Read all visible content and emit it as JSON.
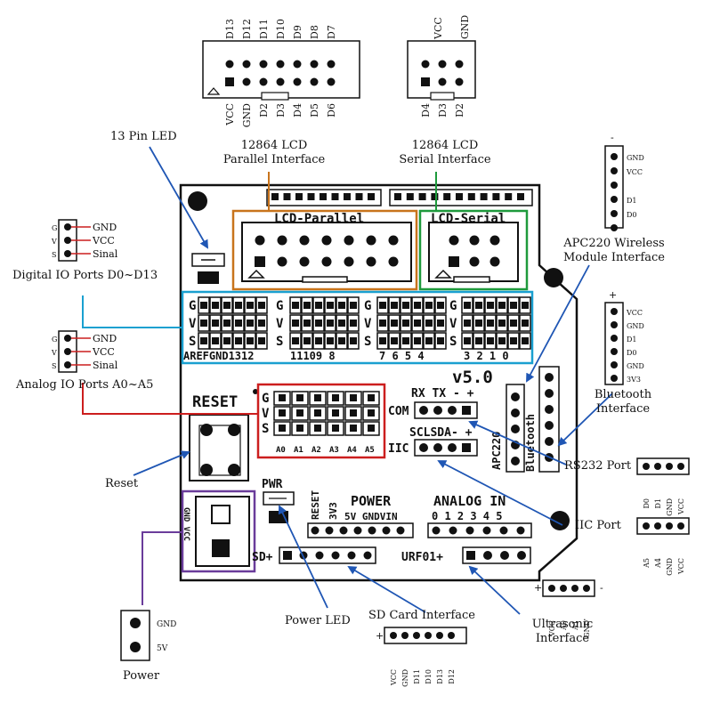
{
  "colors": {
    "lcd_parallel_box": "#c8741c",
    "lcd_serial_box": "#1e9a3c",
    "io_ports_box": "#1aa0d0",
    "analog_box": "#cc1e1e",
    "power_box": "#6a3c9a",
    "arrow": "#1f56b4"
  },
  "connectors": {
    "parallel_top": [
      "D13",
      "D12",
      "D11",
      "D10",
      "D9",
      "D8",
      "D7"
    ],
    "parallel_bottom": [
      "VCC",
      "GND",
      "D2",
      "D3",
      "D4",
      "D5",
      "D6"
    ],
    "serial_top": [
      "VCC",
      "GND"
    ],
    "serial_bottom": [
      "D4",
      "D3",
      "D2"
    ]
  },
  "labels": {
    "pin13_led": "13 Pin LED",
    "lcd_parallel": "12864 LCD\nParallel Interface",
    "lcd_serial": "12864 LCD\nSerial Interface",
    "apc220": "APC220 Wireless\nModule Interface",
    "digital_io": "Digital IO Ports D0~D13",
    "analog_io": "Analog IO Ports A0~A5",
    "bluetooth": "Bluetooth\nInterface",
    "reset": "Reset",
    "rs232": "RS232 Port",
    "iic": "IIC Port",
    "power": "Power",
    "power_led": "Power LED",
    "sd_card": "SD Card Interface",
    "ultrasonic": "Ultrasonic\nInterface"
  },
  "legends": {
    "digital": {
      "pins": [
        "G",
        "V",
        "S"
      ],
      "names": [
        "GND",
        "VCC",
        "Sinal"
      ]
    },
    "analog": {
      "pins": [
        "G",
        "V",
        "S"
      ],
      "names": [
        "GND",
        "VCC",
        "Sinal"
      ]
    }
  },
  "apc220_pins": [
    "GND",
    "VCC",
    "",
    "D1",
    "D0"
  ],
  "bluetooth_pins": [
    "VCC",
    "GND",
    "D1",
    "D0",
    "GND",
    "3V3"
  ],
  "rs232_pins": [
    "D0",
    "D1",
    "GND",
    "VCC"
  ],
  "iic_pins": [
    "A5",
    "A4",
    "GND",
    "VCC"
  ],
  "ultrasonic_pins": [
    "VCC",
    "A0",
    "A1",
    "GND"
  ],
  "sd_pins": [
    "VCC",
    "GND",
    "D11",
    "D10",
    "D13",
    "D12"
  ],
  "power_pins": [
    "GND",
    "5V"
  ],
  "board": {
    "lcd_parallel": "LCD-Parallel",
    "lcd_serial": "LCD-Serial",
    "gvs": [
      "G",
      "V",
      "S"
    ],
    "digital_left": "AREFGND1312",
    "digital_mid": "11109 8",
    "digital_right": "7 6 5 4",
    "digital_far": "3 2 1 0",
    "version": "v5.0",
    "reset": "RESET",
    "analog_pins": [
      "A0",
      "A1",
      "A2",
      "A3",
      "A4",
      "A5"
    ],
    "rx_tx": "RX TX -  +",
    "com": "COM",
    "scl_sda": "SCLSDA-  +",
    "iic": "IIC",
    "apc220": "APC220",
    "bluetooth": "Bluetooth",
    "pwr": "PWR",
    "reset_v": "RESET",
    "v3": "3V3",
    "power": "POWER",
    "power_pins": "5V GNDVIN",
    "analog_in": "ANALOG IN",
    "analog_in_nums": "0 1 2 3 4 5",
    "sd": "SD+",
    "urf01": "URF01+",
    "gnd_vcc": "GND VCC"
  }
}
